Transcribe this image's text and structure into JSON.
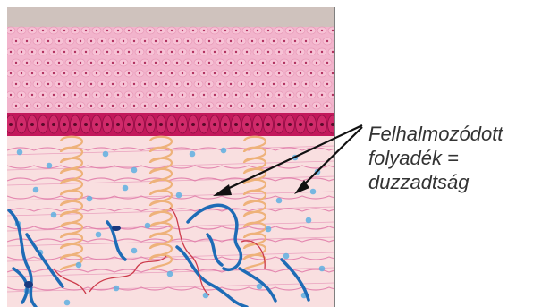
{
  "annotation": {
    "lines": [
      "Felhalmozódott",
      "folyadék =",
      "duzzadtság"
    ]
  },
  "colors": {
    "surface_layer": "#cfc2bd",
    "epidermis": "#f2b4cc",
    "basal_layer": "#c2185b",
    "dermis": "#f9dfe0",
    "collagen_fibers": "#e07aa8",
    "elastic_coils": "#eeb27a",
    "fluid_droplets": "#5fb0e0",
    "vessels": "#1e6cb6",
    "arrows": "#111111"
  },
  "icons": [
    "arrow-icon"
  ]
}
